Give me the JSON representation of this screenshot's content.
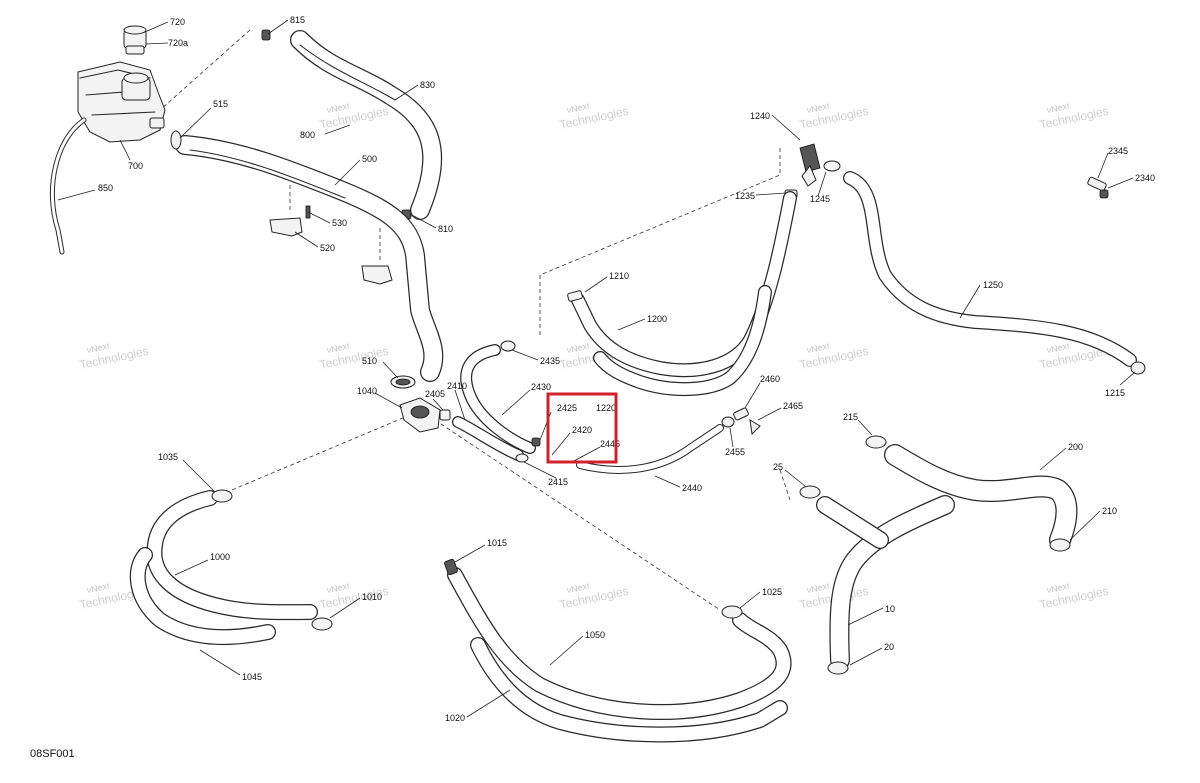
{
  "diagram": {
    "reference_code": "08SF001",
    "watermark_line1": "vNext",
    "watermark_line2": "Technologies",
    "highlight_color": "#d0202a",
    "callouts": {
      "c720": "720",
      "c720a": "720a",
      "c815": "815",
      "c830": "830",
      "c800": "800",
      "c515": "515",
      "c700": "700",
      "c850": "850",
      "c500": "500",
      "c810": "810",
      "c530": "530",
      "c520": "520",
      "c1240": "1240",
      "c1245": "1245",
      "c1235": "1235",
      "c2345": "2345",
      "c2340": "2340",
      "c1210": "1210",
      "c1200": "1200",
      "c1250": "1250",
      "c1215": "1215",
      "c2435": "2435",
      "c510": "510",
      "c1040": "1040",
      "c2405": "2405",
      "c2410": "2410",
      "c2430": "2430",
      "c2425": "2425",
      "c1220": "1220",
      "c2420": "2420",
      "c2445": "2445",
      "c2415": "2415",
      "c2460": "2460",
      "c2465": "2465",
      "c2455": "2455",
      "c2440": "2440",
      "c215": "215",
      "c200": "200",
      "c25": "25",
      "c210": "210",
      "c1035": "1035",
      "c1000": "1000",
      "c1010": "1010",
      "c1045": "1045",
      "c1015": "1015",
      "c1025": "1025",
      "c1050": "1050",
      "c1020": "1020",
      "c10": "10",
      "c20": "20"
    }
  }
}
